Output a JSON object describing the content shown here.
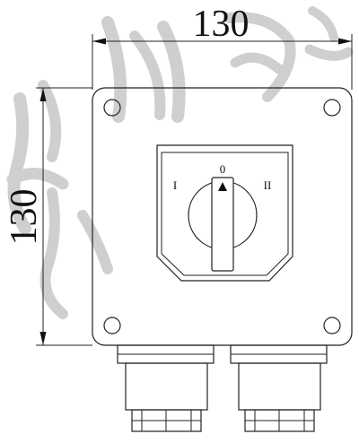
{
  "drawing": {
    "width_dimension": "130",
    "height_dimension": "130",
    "switch_positions": {
      "off": "0",
      "position_one": "I",
      "position_two": "II"
    }
  }
}
